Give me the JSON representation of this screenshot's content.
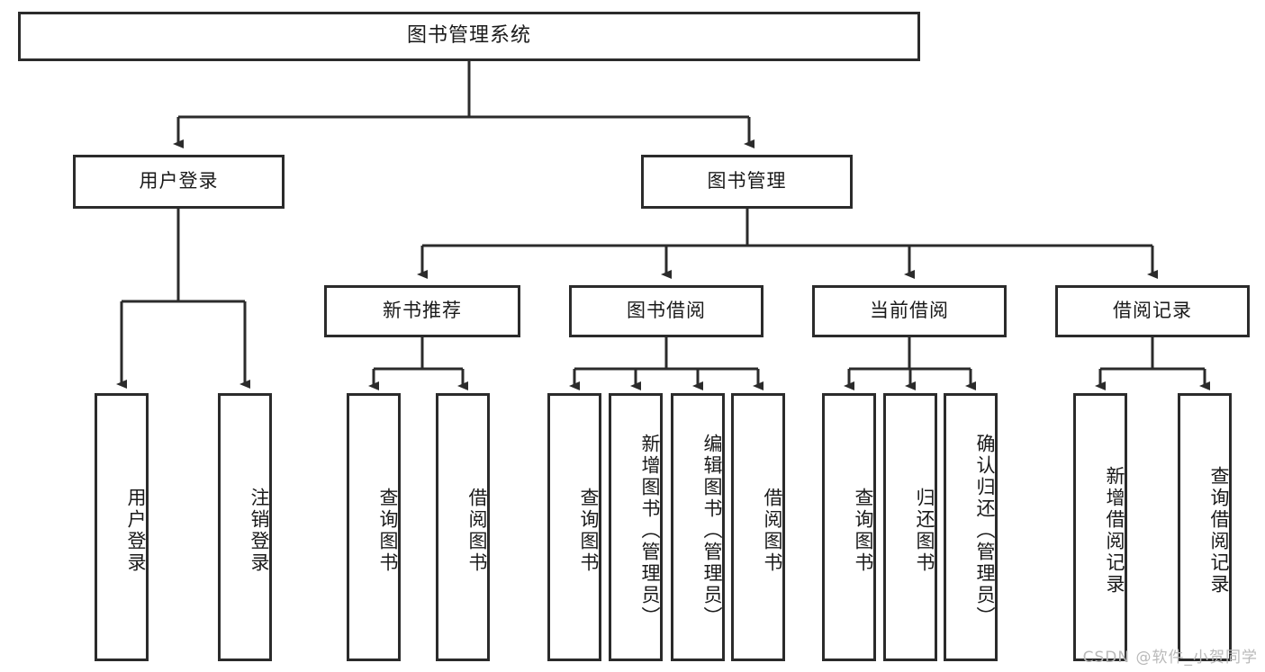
{
  "diagram": {
    "type": "tree",
    "title": "图书管理系统",
    "watermark": "CSDN @软件_小贺同学",
    "colors": {
      "box_border": "#2b2b2b",
      "box_fill": "#ffffff",
      "connector": "#2b2b2b",
      "text": "#1a1a1a",
      "watermark": "#b9b9b9"
    },
    "nodes": {
      "root": "图书管理系统",
      "level2": {
        "user_login": "用户登录",
        "book_manage": "图书管理"
      },
      "level3": {
        "new_book_recommend": "新书推荐",
        "book_borrow": "图书借阅",
        "current_borrow": "当前借阅",
        "borrow_record": "借阅记录"
      },
      "leaves": {
        "user_login_1": "用户登录",
        "user_login_2": "注销登录",
        "new_book_1": "查询图书",
        "new_book_2": "借阅图书",
        "borrow_1": "查询图书",
        "borrow_2": "新增图书（管理员）",
        "borrow_3": "编辑图书（管理员）",
        "borrow_4": "借阅图书",
        "current_1": "查询图书",
        "current_2": "归还图书",
        "current_3": "确认归还（管理员）",
        "record_1": "新增借阅记录",
        "record_2": "查询借阅记录"
      }
    }
  }
}
